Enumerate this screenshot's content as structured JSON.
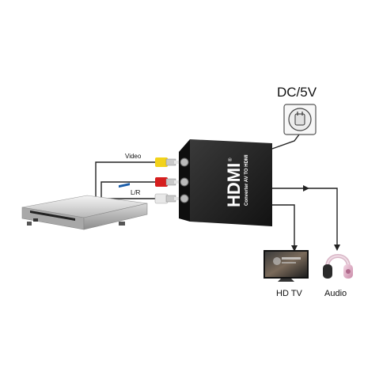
{
  "power": {
    "label": "DC/5V"
  },
  "converter": {
    "brand": "HDMI",
    "registered_mark": "®",
    "subtitle": "Converter AV TO HDMI"
  },
  "inputs": {
    "video_label": "Video",
    "lr_label": "L/R"
  },
  "outputs": {
    "tv_label": "HD TV",
    "audio_label": "Audio"
  },
  "colors": {
    "video_plug": "#f2d21a",
    "audio_right_plug": "#d61e1e",
    "audio_left_plug": "#e8e8e8",
    "converter_body": "#1c1c1c"
  }
}
